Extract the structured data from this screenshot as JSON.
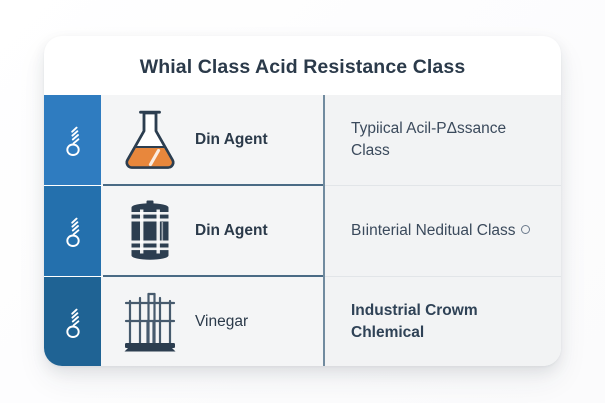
{
  "card": {
    "title": "Whial Class Acid Resistance Class"
  },
  "colors": {
    "accent_blue_row1": "#2f7cc0",
    "accent_blue_row2": "#2470ad",
    "accent_blue_row3": "#1f6394",
    "title_text": "#2b3a4a",
    "body_text": "#3b4a5c",
    "flask_liquid": "#e8873c",
    "icon_outline": "#2c3e50",
    "divider": "#5a788f",
    "cell_bg": "#f4f5f6",
    "card_bg": "#ffffff",
    "page_bg": "#ffffff"
  },
  "rows": [
    {
      "tab_icon": "droplet-splash-icon",
      "graphic_icon": "erlenmeyer-flask-icon",
      "label": "Din Agent",
      "label_weight": "bold",
      "right_text": "Typiical Acil-PΔssance Class",
      "right_weight": "normal",
      "right_trailing_glyph": ""
    },
    {
      "tab_icon": "droplet-splash-icon",
      "graphic_icon": "chemical-barrel-icon",
      "label": "Din Agent",
      "label_weight": "bold",
      "right_text": "Bıinterial Neditual Class",
      "right_weight": "normal",
      "right_trailing_glyph": "circle"
    },
    {
      "tab_icon": "droplet-splash-icon",
      "graphic_icon": "test-tube-rack-icon",
      "label": "Vinegar",
      "label_weight": "normal",
      "right_text": "Industrial Crowm Chlemical",
      "right_weight": "bold",
      "right_trailing_glyph": ""
    }
  ]
}
